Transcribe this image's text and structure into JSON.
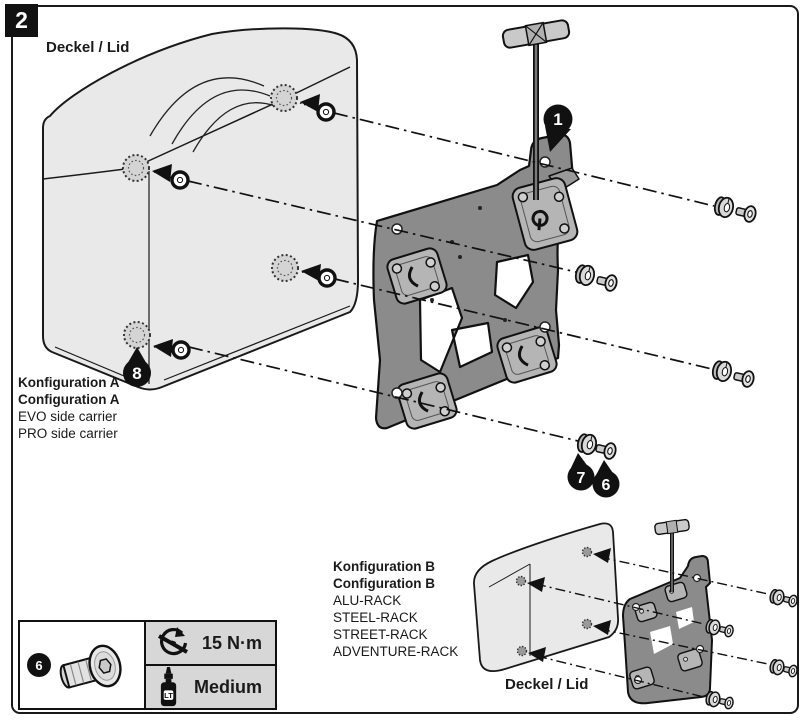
{
  "page": {
    "step": "2"
  },
  "labels": {
    "lid_top": "Deckel / Lid",
    "lid_bottom": "Deckel / Lid"
  },
  "config_a": {
    "title_de": "Konfiguration A",
    "title_en": "Configuration A",
    "row1": "EVO side carrier",
    "row2": "PRO side carrier"
  },
  "config_b": {
    "title_de": "Konfiguration B",
    "title_en": "Configuration B",
    "row1": "ALU-RACK",
    "row2": "STEEL-RACK",
    "row3": "STREET-RACK",
    "row4": "ADVENTURE-RACK"
  },
  "callouts": {
    "c1": "1",
    "c8": "8",
    "c7": "7",
    "c6": "6"
  },
  "legend": {
    "item": "6",
    "torque_value": "15 N·m",
    "adhesive_value": "Medium",
    "bottle_label": "LT"
  },
  "icons": {
    "torque": "crossed-circular-arrow",
    "adhesive": "threadlocker-bottle",
    "arrows": "solid-direction-arrow"
  },
  "colors": {
    "ink": "#1a1a1a",
    "case_fill": "#e9e9e9",
    "plate_fill": "#8b8b8b",
    "bracket_fill": "#b5b5b5",
    "legend_cell": "#d7d7d7"
  }
}
